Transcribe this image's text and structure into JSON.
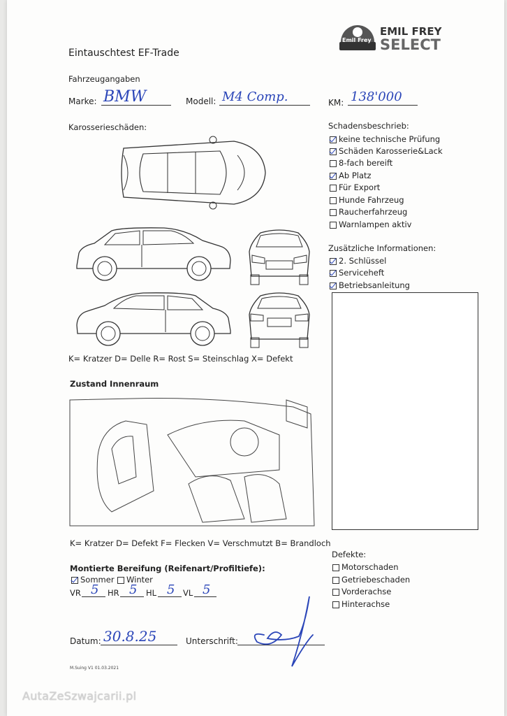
{
  "logo": {
    "brand_line1": "EMIL FREY",
    "brand_line2": "SELECT",
    "emblem_text": "Emil Frey"
  },
  "form": {
    "title": "Eintauschtest EF-Trade",
    "section_vehicle": "Fahrzeugangaben",
    "make_label": "Marke:",
    "make_value": "BMW",
    "model_label": "Modell:",
    "model_value": "M4 Comp.",
    "km_label": "KM:",
    "km_value": "138'000",
    "section_body": "Karosserieschäden:",
    "body_legend": "K= Kratzer D= Delle R= Rost S= Steinschlag X= Defekt",
    "section_interior": "Zustand Innenraum",
    "interior_legend": "K= Kratzer D= Defekt F= Flecken V= Verschmutzt B= Brandloch",
    "section_tyres": "Montierte Bereifung (Reifenart/Profiltiefe):",
    "tyre_summer": "Sommer",
    "tyre_winter": "Winter",
    "tyres": [
      {
        "label": "VR",
        "value": "5"
      },
      {
        "label": "HR",
        "value": "5"
      },
      {
        "label": "HL",
        "value": "5"
      },
      {
        "label": "VL",
        "value": "5"
      }
    ],
    "date_label": "Datum:",
    "date_value": "30.8.25",
    "signature_label": "Unterschrift:",
    "version": "M.Suing V1 01.03.2021"
  },
  "damage_description": {
    "title": "Schadensbeschrieb:",
    "items": [
      {
        "label": "keine technische Prüfung",
        "checked": true
      },
      {
        "label": "Schäden Karosserie&Lack",
        "checked": true
      },
      {
        "label": "8-fach bereift",
        "checked": false
      },
      {
        "label": "Ab Platz",
        "checked": true
      },
      {
        "label": "Für Export",
        "checked": false
      },
      {
        "label": "Hunde Fahrzeug",
        "checked": false
      },
      {
        "label": "Raucherfahrzeug",
        "checked": false
      },
      {
        "label": "Warnlampen aktiv",
        "checked": false
      }
    ]
  },
  "additional_info": {
    "title": "Zusätzliche Informationen:",
    "items": [
      {
        "label": "2. Schlüssel",
        "checked": true
      },
      {
        "label": "Serviceheft",
        "checked": true
      },
      {
        "label": "Betriebsanleitung",
        "checked": true
      }
    ]
  },
  "defects": {
    "title": "Defekte:",
    "items": [
      {
        "label": "Motorschaden",
        "checked": false
      },
      {
        "label": "Getriebeschaden",
        "checked": false
      },
      {
        "label": "Vorderachse",
        "checked": false
      },
      {
        "label": "Hinterachse",
        "checked": false
      }
    ]
  },
  "watermark": "AutaZeSzwajcarii.pl"
}
